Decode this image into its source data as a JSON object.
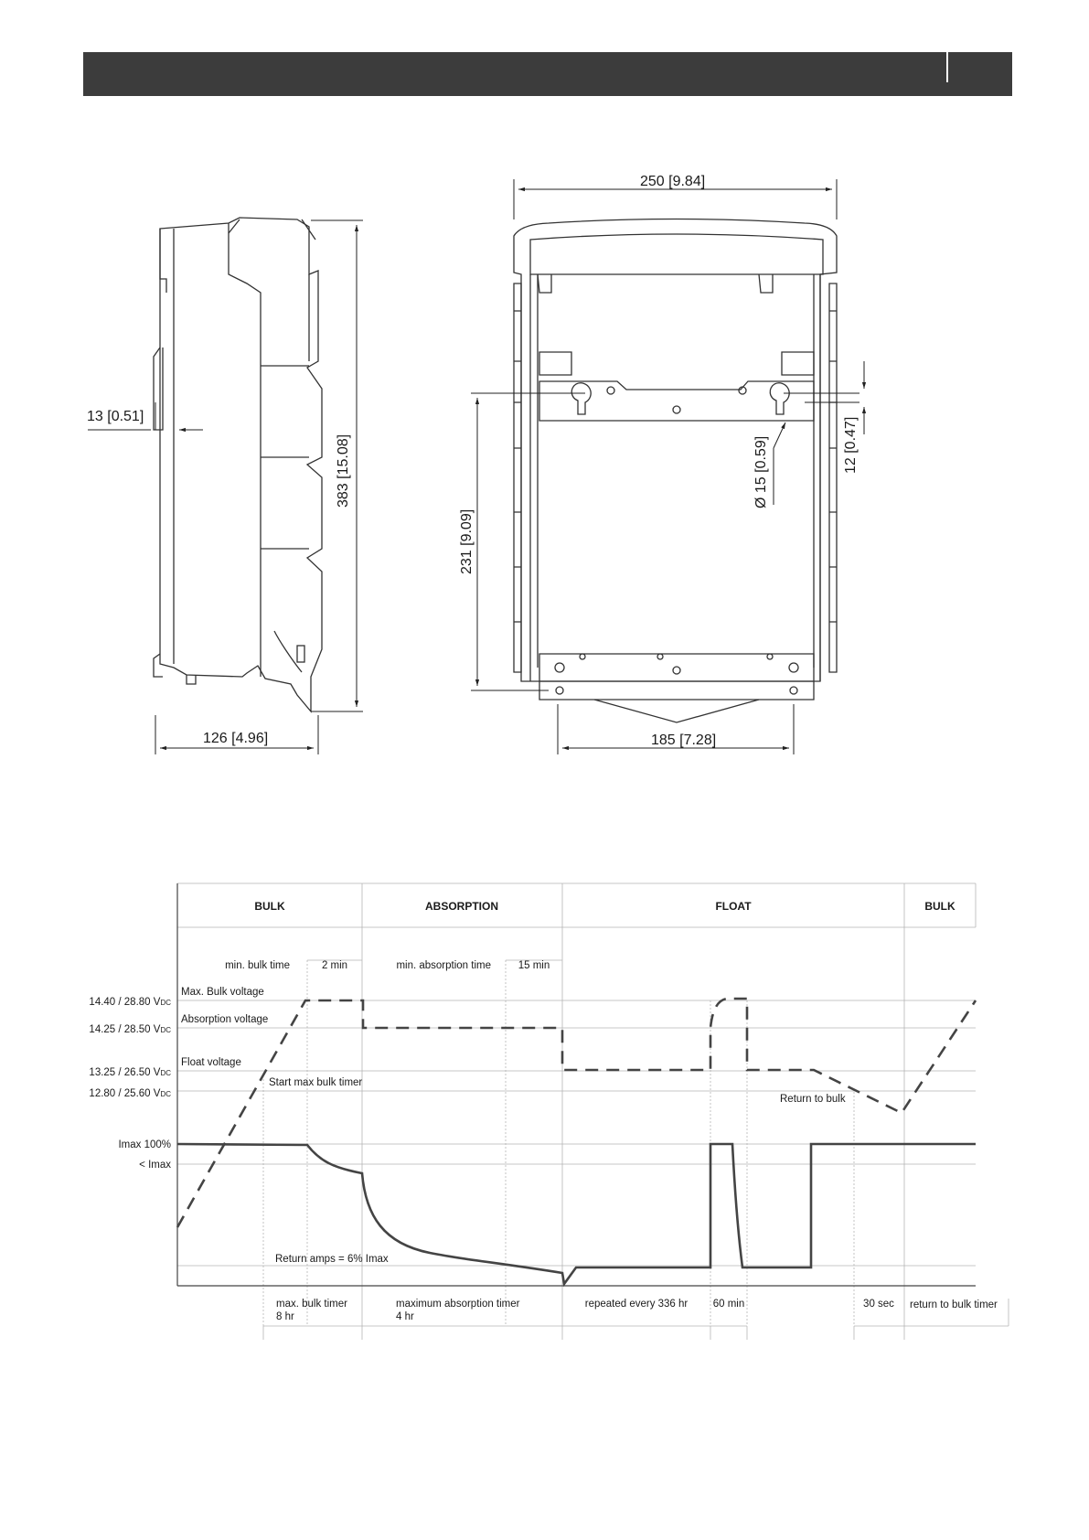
{
  "drawing": {
    "dim_width_top": "250 [9.84]",
    "dim_height_side": "383 [15.08]",
    "dim_wall_offset": "13 [0.51]",
    "dim_depth": "126 [4.96]",
    "dim_hole_spacing_v": "231 [9.09]",
    "dim_hole_diameter": "Ø 15 [0.59]",
    "dim_slot": "12 [0.47]",
    "dim_width_bottom": "185 [7.28]"
  },
  "chart": {
    "phases": [
      "BULK",
      "ABSORPTION",
      "FLOAT",
      "BULK"
    ],
    "min_bulk_time_label": "min. bulk time",
    "min_bulk_time_value": "2 min",
    "min_absorption_time_label": "min. absorption time",
    "min_absorption_time_value": "15 min",
    "voltage_levels": [
      {
        "value": "14.40 / 28.80 V",
        "unit_sub": "DC",
        "name": "Max. Bulk voltage"
      },
      {
        "value": "14.25 / 28.50 V",
        "unit_sub": "DC",
        "name": "Absorption voltage"
      },
      {
        "value": "13.25 / 26.50 V",
        "unit_sub": "DC",
        "name": "Float voltage"
      },
      {
        "value": "12.80 / 25.60 V",
        "unit_sub": "DC",
        "name": ""
      }
    ],
    "current_levels": [
      "Imax 100%",
      "< Imax"
    ],
    "annotations": {
      "start_max_bulk_timer": "Start max bulk timer",
      "return_to_bulk": "Return to bulk",
      "return_amps": "Return amps = 6% Imax"
    },
    "timers": {
      "max_bulk_timer_1": "max. bulk timer",
      "max_bulk_timer_2": "8 hr",
      "max_abs_timer_1": "maximum absorption timer",
      "max_abs_timer_2": "4 hr",
      "repeated": "repeated every 336 hr",
      "sixty_min": "60 min",
      "thirty_sec": "30 sec",
      "return_to_bulk_timer": "return to bulk timer"
    },
    "colors": {
      "curve": "#444444",
      "grid": "#b5b5b5",
      "header_bar": "#3c3c3c"
    }
  }
}
